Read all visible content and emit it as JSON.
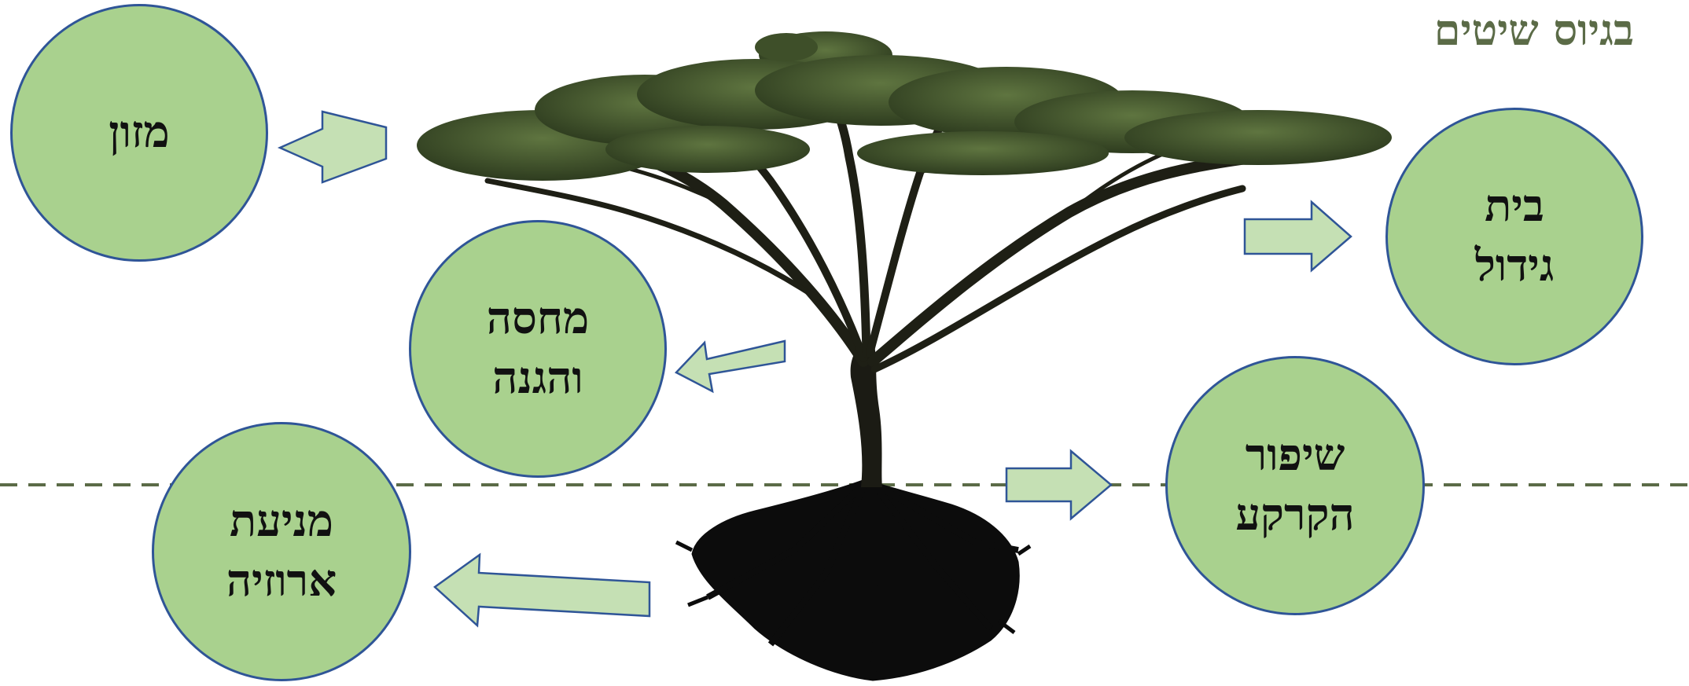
{
  "title": "בגיוס שיטים",
  "colors": {
    "bubble_fill": "#a9d18e",
    "bubble_border": "#2f5597",
    "arrow_fill": "#c5e0b4",
    "arrow_border": "#2f5597",
    "ground_line": "#5b6b47",
    "title": "#5b6b47"
  },
  "bubbles": {
    "food": {
      "lines": [
        "מזון"
      ]
    },
    "shelter": {
      "lines": [
        "מחסה",
        "והגנה"
      ]
    },
    "erosion": {
      "lines": [
        "מניעת",
        "ארוזיה"
      ]
    },
    "habitat": {
      "lines": [
        "בית",
        "גידול"
      ]
    },
    "soil": {
      "lines": [
        "שיפור",
        "הקרקע"
      ]
    }
  },
  "image": {
    "subject": "acacia-tree-with-roots"
  }
}
